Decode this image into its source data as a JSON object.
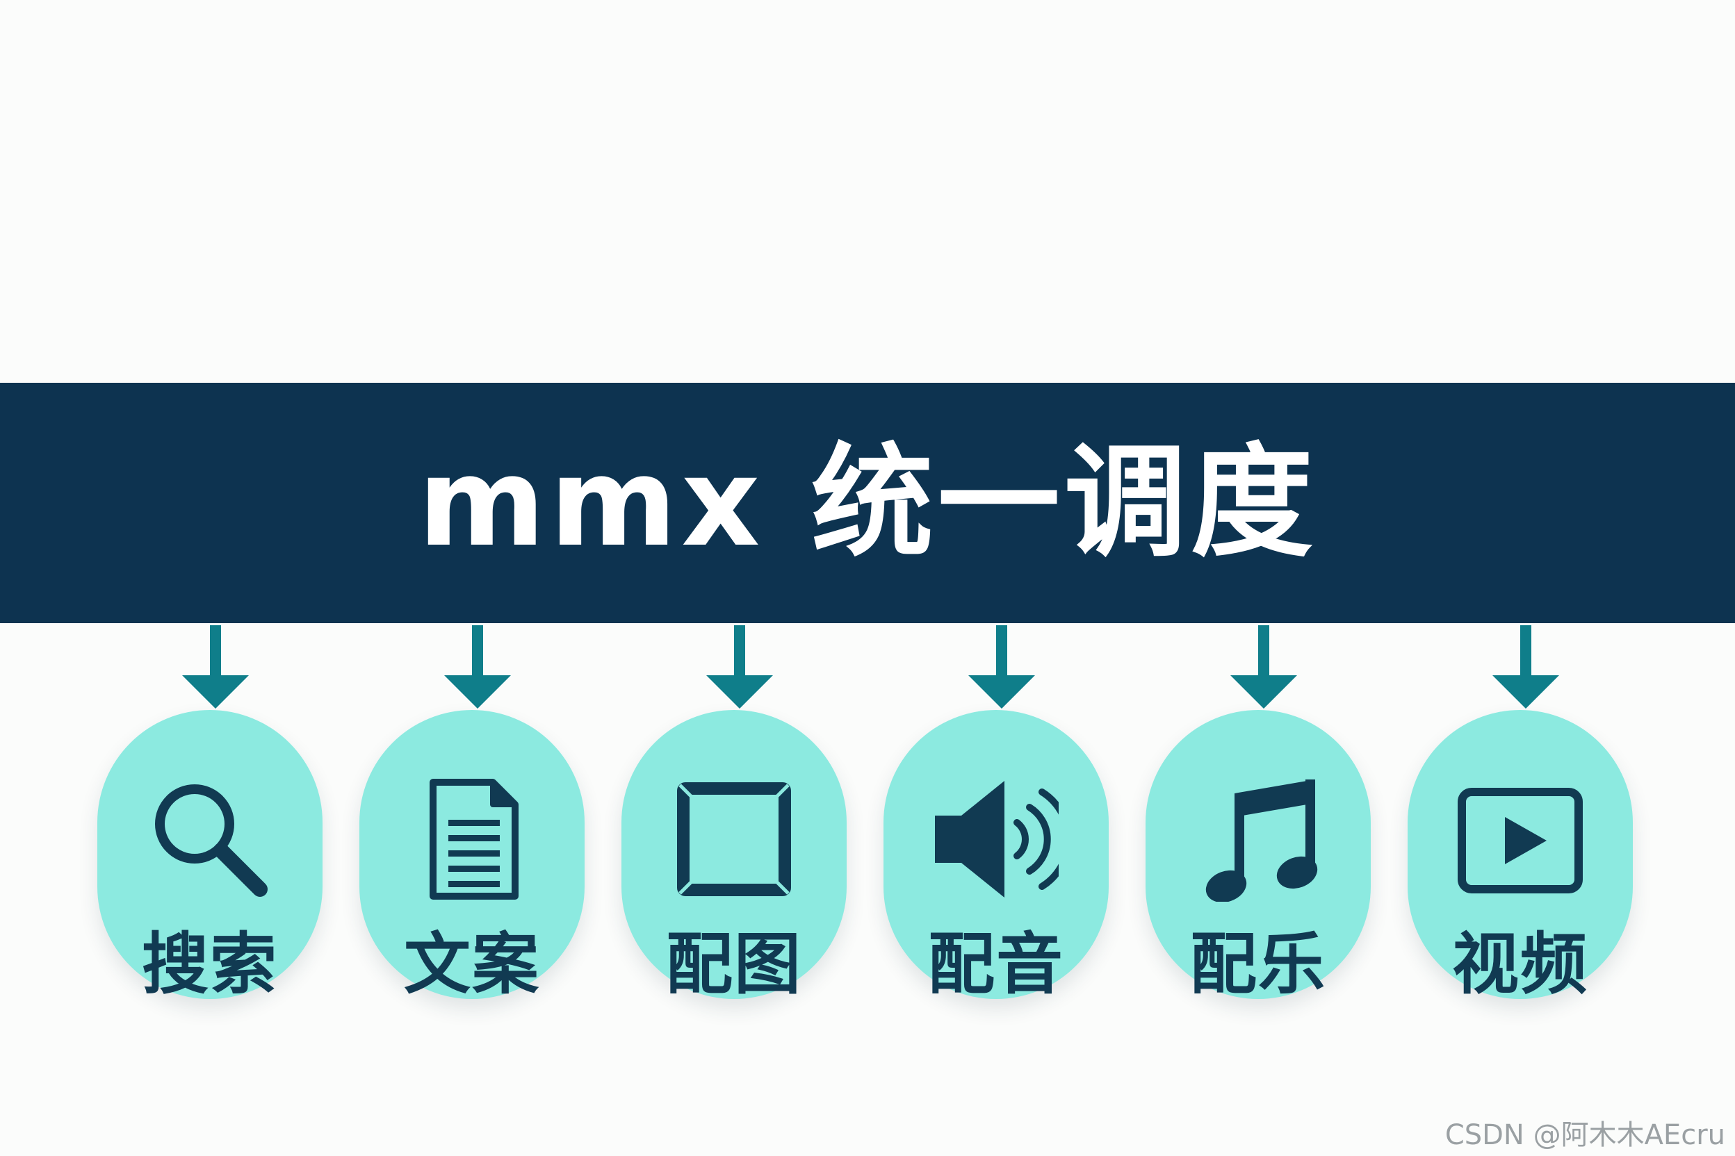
{
  "banner": {
    "title": "mmx 统一调度"
  },
  "colors": {
    "banner_bg": "#0d3350",
    "banner_text": "#ffffff",
    "arrow": "#0f7e8a",
    "pill_bg": "#8ceae0",
    "icon": "#113a52",
    "label": "#113a52",
    "page_bg": "#fbfcfb"
  },
  "nodes": [
    {
      "label": "搜索",
      "icon": "search-icon"
    },
    {
      "label": "文案",
      "icon": "document-icon"
    },
    {
      "label": "配图",
      "icon": "image-frame-icon"
    },
    {
      "label": "配音",
      "icon": "speaker-icon"
    },
    {
      "label": "配乐",
      "icon": "music-note-icon"
    },
    {
      "label": "视频",
      "icon": "video-play-icon"
    }
  ],
  "watermark": "CSDN @阿木木AEcru"
}
